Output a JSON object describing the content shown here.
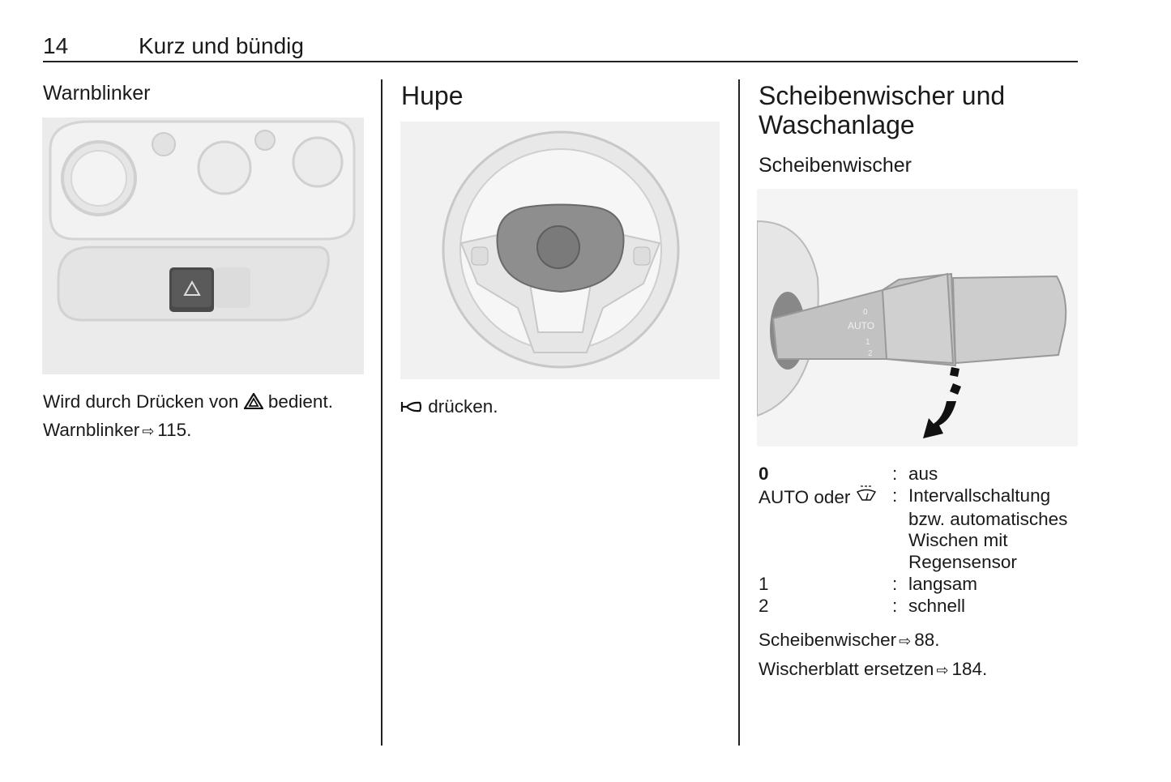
{
  "header": {
    "page_number": "14",
    "chapter": "Kurz und bündig"
  },
  "col1": {
    "heading": "Warnblinker",
    "line1_a": "Wird durch Drücken von",
    "line1_b": "bedient.",
    "ref_text": "Warnblinker",
    "ref_page": "115."
  },
  "col2": {
    "heading": "Hupe",
    "text": "drücken."
  },
  "col3": {
    "heading_line1": "Scheibenwischer und",
    "heading_line2": "Waschanlage",
    "subheading": "Scheibenwischer",
    "table": [
      {
        "key": "0",
        "sep": ":",
        "value": "aus"
      },
      {
        "key": "AUTO oder",
        "sep": ":",
        "value": "Intervallschaltung"
      },
      {
        "key": "",
        "sep": "",
        "value": "bzw. automatisches"
      },
      {
        "key": "",
        "sep": "",
        "value": "Wischen mit"
      },
      {
        "key": "",
        "sep": "",
        "value": "Regensensor"
      },
      {
        "key": "1",
        "sep": ":",
        "value": "langsam"
      },
      {
        "key": "2",
        "sep": ":",
        "value": "schnell"
      }
    ],
    "refs": [
      {
        "text": "Scheibenwischer",
        "page": "88."
      },
      {
        "text": "Wischerblatt ersetzen",
        "page": "184."
      }
    ],
    "lever_labels": {
      "auto": "AUTO",
      "zero": "0",
      "one": "1",
      "two": "2"
    }
  },
  "icons": {
    "hazard": "hazard-triangle-icon",
    "horn": "horn-icon",
    "wiper": "wiper-interval-icon",
    "ref": "page-ref-arrow-icon"
  }
}
